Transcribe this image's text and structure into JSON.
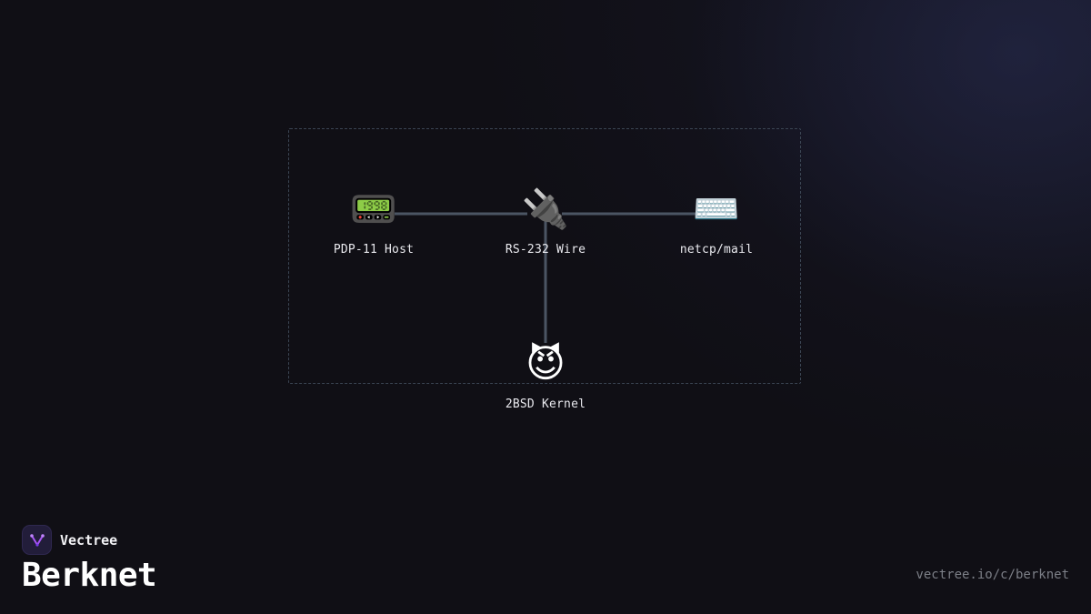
{
  "brand": {
    "name": "Vectree",
    "logo_icon": "vectree-logo-icon",
    "accent_color": "#a855f7"
  },
  "page": {
    "title": "Berknet",
    "url": "vectree.io/c/berknet"
  },
  "diagram": {
    "nodes": [
      {
        "id": "host",
        "label": "PDP-11 Host",
        "icon": "pager-icon",
        "glyph": "📟"
      },
      {
        "id": "wire",
        "label": "RS-232 Wire",
        "icon": "electric-plug-icon",
        "glyph": "🔌"
      },
      {
        "id": "mail",
        "label": "netcp/mail",
        "icon": "keyboard-icon",
        "glyph": "⌨️"
      },
      {
        "id": "kernel",
        "label": "2BSD Kernel",
        "icon": "smiling-devil-icon",
        "glyph": "😈"
      }
    ],
    "edges": [
      {
        "from": "host",
        "to": "wire"
      },
      {
        "from": "wire",
        "to": "mail"
      },
      {
        "from": "wire",
        "to": "kernel"
      }
    ],
    "colors": {
      "edge": "#4b5563",
      "group_border": "#3b4553",
      "background": "#100f15"
    }
  }
}
